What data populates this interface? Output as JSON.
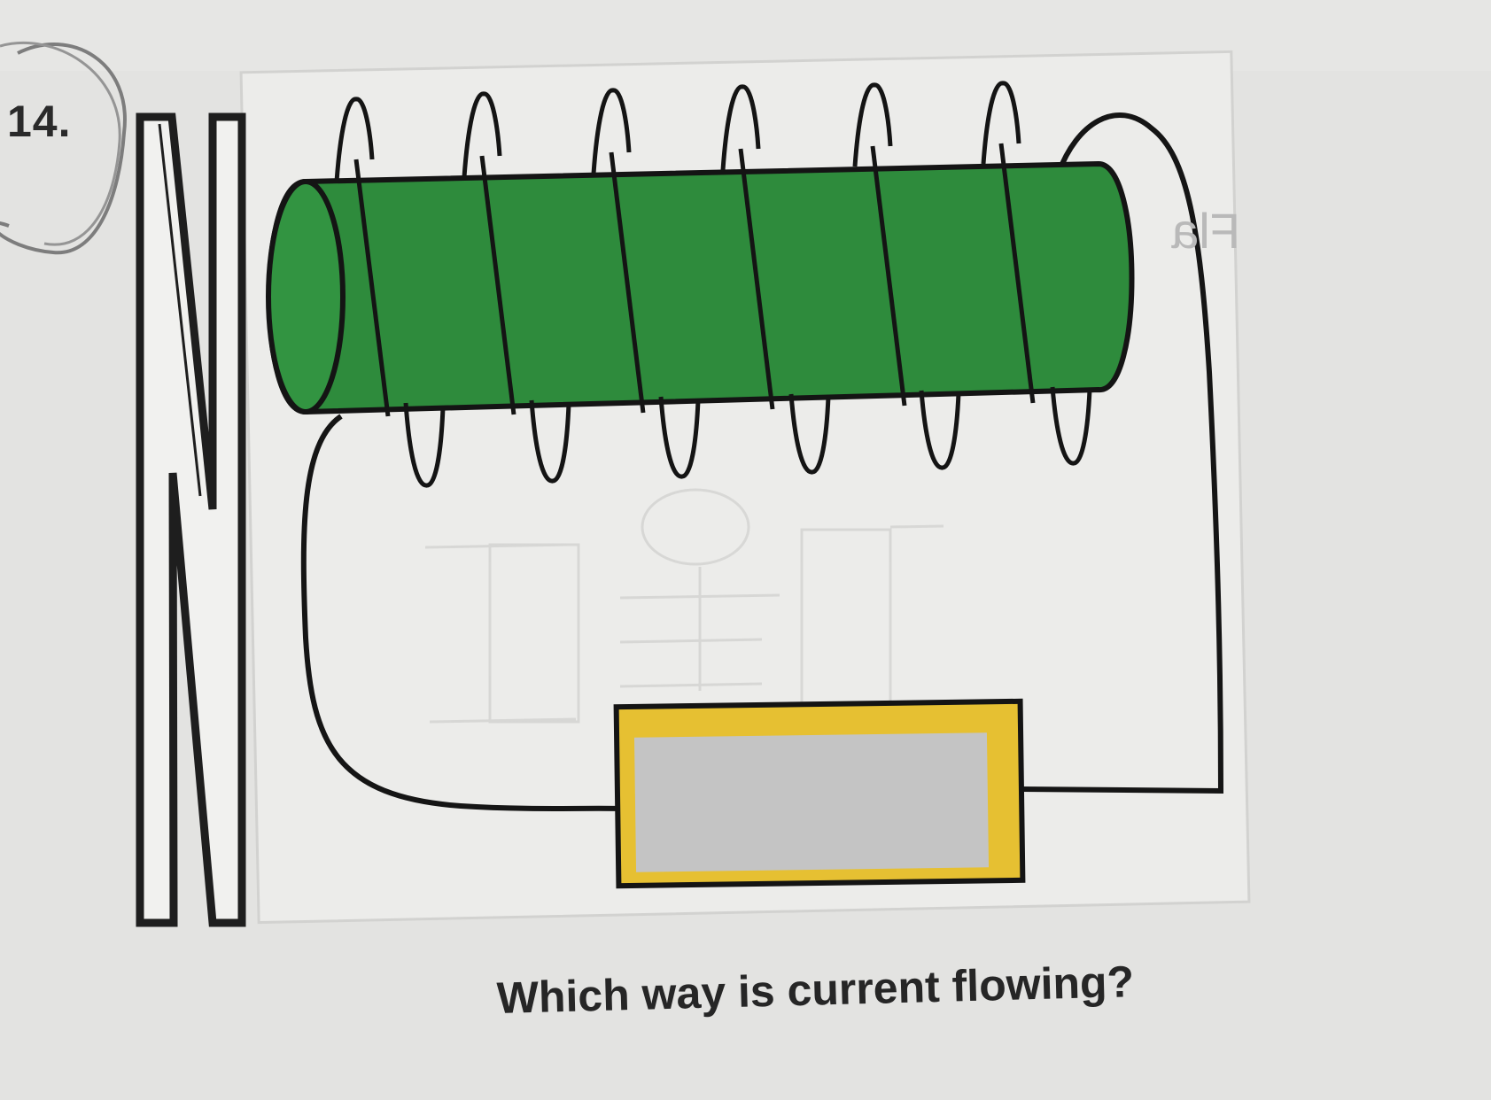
{
  "question": {
    "number": "14.",
    "prompt": "Which way is current flowing?"
  },
  "diagram": {
    "magnet_pole_left": "N",
    "core_color": "#2e8b3c",
    "battery_fill_color": "#e6c032",
    "battery_label_cover_color": "#c4c4c4",
    "wire_color": "#151515",
    "coil_turns": 6
  }
}
